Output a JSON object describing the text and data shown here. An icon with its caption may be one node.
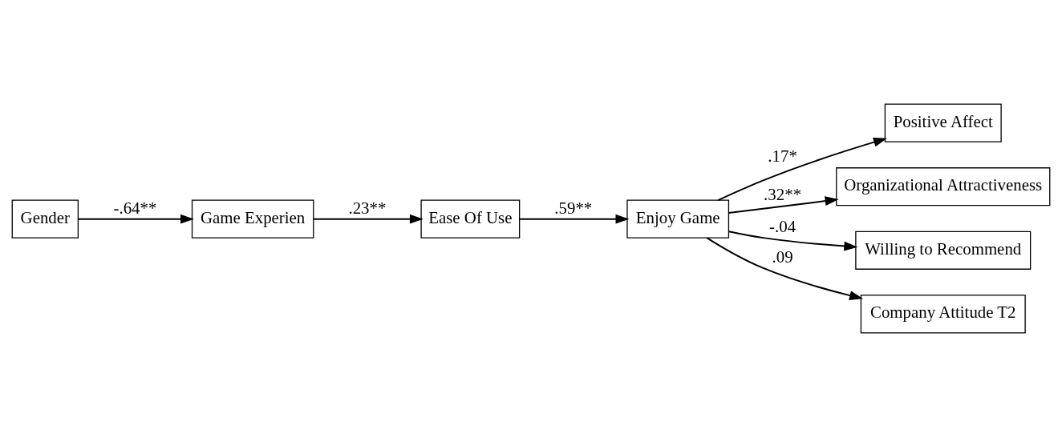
{
  "diagram": {
    "nodes": [
      {
        "text": [
          "Gender"
        ]
      },
      {
        "text": [
          "Game Experien"
        ]
      },
      {
        "text": [
          "Ease Of Use"
        ]
      },
      {
        "text": [
          "Enjoy Game"
        ]
      },
      {
        "text": [
          "Positive Affect"
        ]
      },
      {
        "text": [
          "Organizational Attractiveness"
        ]
      },
      {
        "text": [
          "Willing to Recommend"
        ]
      },
      {
        "text": [
          "Company Attitude T2"
        ]
      }
    ],
    "edges": [
      {
        "from": 0,
        "to": 1,
        "arrow": "to",
        "label": "-.64**"
      },
      {
        "from": 1,
        "to": 2,
        "arrow": "to",
        "label": ".23**"
      },
      {
        "from": 2,
        "to": 3,
        "arrow": "to",
        "label": ".59**"
      },
      {
        "from": 3,
        "to": 4,
        "arrow": "to",
        "label": ".17*"
      },
      {
        "from": 3,
        "to": 5,
        "arrow": "to",
        "label": ".32**"
      },
      {
        "from": 3,
        "to": 6,
        "arrow": "to",
        "label": "-.04"
      },
      {
        "from": 3,
        "to": 7,
        "arrow": "to",
        "label": ".09"
      }
    ]
  }
}
